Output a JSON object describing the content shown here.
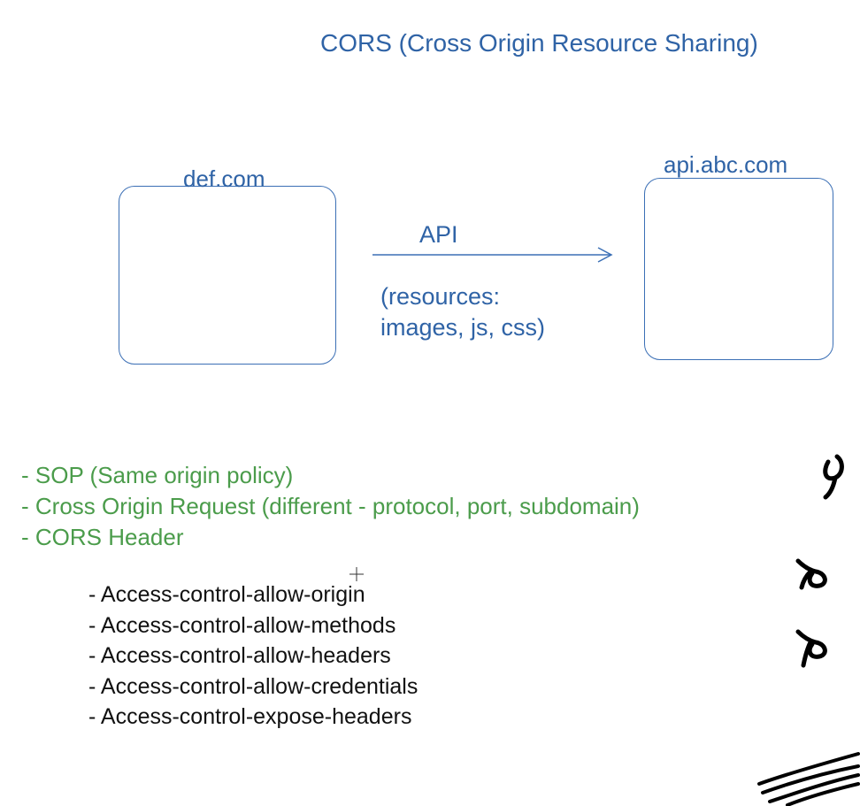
{
  "title": "CORS (Cross Origin Resource Sharing)",
  "nodes": {
    "client": {
      "label": "def.com"
    },
    "server": {
      "label": "api.abc.com"
    }
  },
  "edge": {
    "label": "API",
    "note_line1": "(resources:",
    "note_line2": "images, js, css)"
  },
  "points": [
    "- SOP (Same origin policy)",
    "- Cross Origin Request (different - protocol, port, subdomain)",
    "- CORS Header"
  ],
  "headers": [
    "- Access-control-allow-origin",
    "- Access-control-allow-methods",
    "- Access-control-allow-headers",
    "- Access-control-allow-credentials",
    "- Access-control-expose-headers"
  ],
  "colors": {
    "diagram_blue": "#2f63a6",
    "points_green": "#4b9c4b",
    "text_black": "#111111",
    "ink": "#000000"
  },
  "icons": {
    "cursor": "crosshair-cursor-icon",
    "annotations": "handwritten-ink-marks"
  }
}
